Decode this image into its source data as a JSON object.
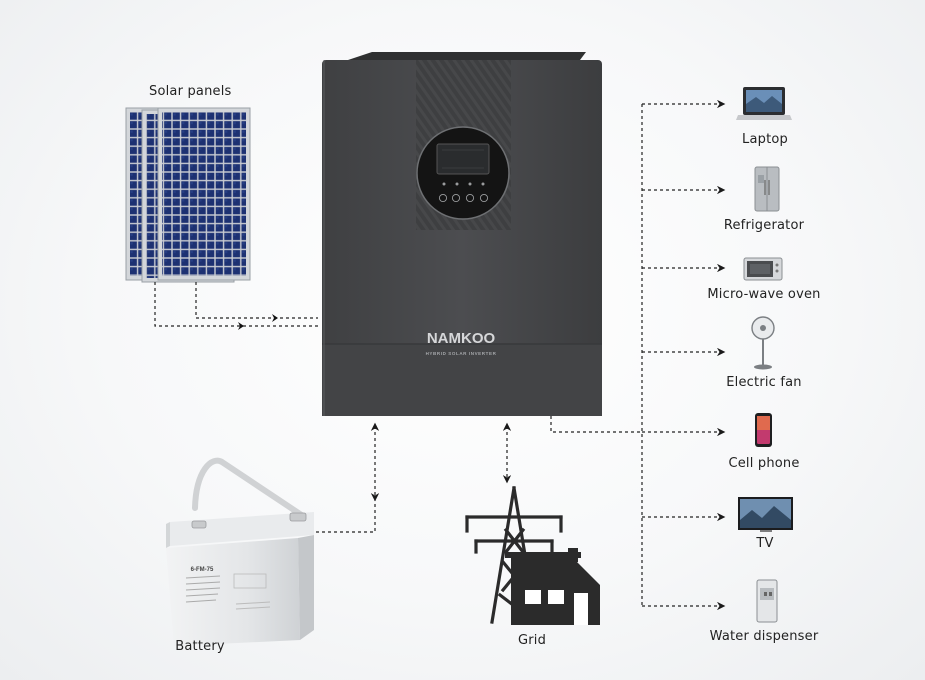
{
  "sources": {
    "solar_label": "Solar panels",
    "battery_label": "Battery",
    "grid_label": "Grid"
  },
  "inverter": {
    "brand": "NAMKOO",
    "model_line": "HYBRID SOLAR INVERTER"
  },
  "battery_device": {
    "model": "6-FM-75"
  },
  "loads": [
    {
      "label": "Laptop",
      "icon": "laptop-icon"
    },
    {
      "label": "Refrigerator",
      "icon": "refrigerator-icon"
    },
    {
      "label": "Micro-wave oven",
      "icon": "microwave-oven-icon"
    },
    {
      "label": "Electric fan",
      "icon": "electric-fan-icon"
    },
    {
      "label": "Cell phone",
      "icon": "cell-phone-icon"
    },
    {
      "label": "TV",
      "icon": "tv-icon"
    },
    {
      "label": "Water dispenser",
      "icon": "water-dispenser-icon"
    }
  ],
  "colors": {
    "inverter_body": "#4a4b4d",
    "line": "#222222",
    "solar_cell": "#1c2f6e"
  }
}
